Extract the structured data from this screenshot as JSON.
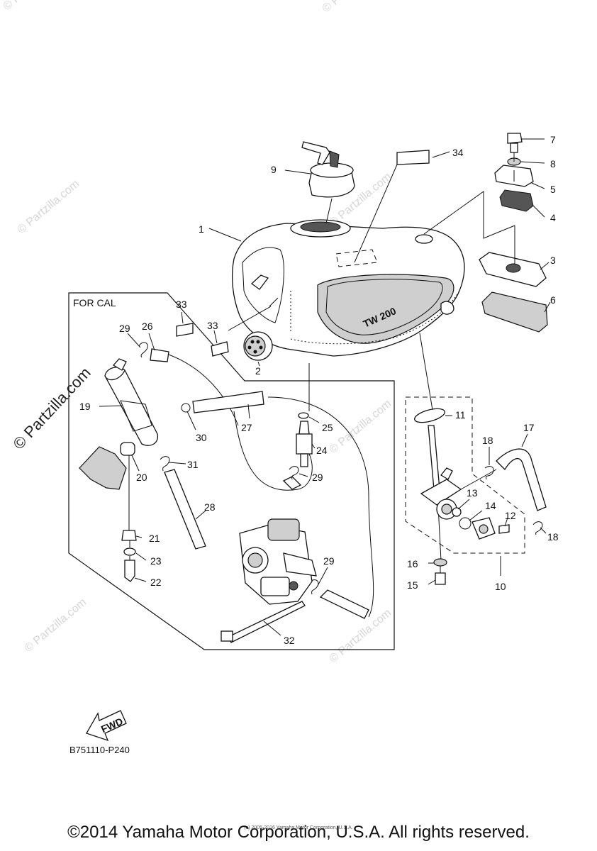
{
  "box_label": "FOR CAL",
  "fwd_label": "FWD",
  "tank_logo": "TW 200",
  "diagram_code": "B751110-P240",
  "copyright": "©2014 Yamaha Motor Corporation, U.S.A. All rights reserved.",
  "tiny_notice": "(c) 2005-2016 Yamaha Motor Corporation, U.S.A.",
  "watermark": "© Partzilla.com",
  "callouts": {
    "c1": "1",
    "c2": "2",
    "c3": "3",
    "c4": "4",
    "c5": "5",
    "c6": "6",
    "c7": "7",
    "c8": "8",
    "c9": "9",
    "c10": "10",
    "c11": "11",
    "c12": "12",
    "c13": "13",
    "c14": "14",
    "c15": "15",
    "c16": "16",
    "c17": "17",
    "c18a": "18",
    "c18b": "18",
    "c19": "19",
    "c20": "20",
    "c21": "21",
    "c22": "22",
    "c23": "23",
    "c24": "24",
    "c25": "25",
    "c26": "26",
    "c27": "27",
    "c28": "28",
    "c29a": "29",
    "c29b": "29",
    "c29c": "29",
    "c30": "30",
    "c31": "31",
    "c32": "32",
    "c33a": "33",
    "c33b": "33",
    "c34": "34"
  }
}
